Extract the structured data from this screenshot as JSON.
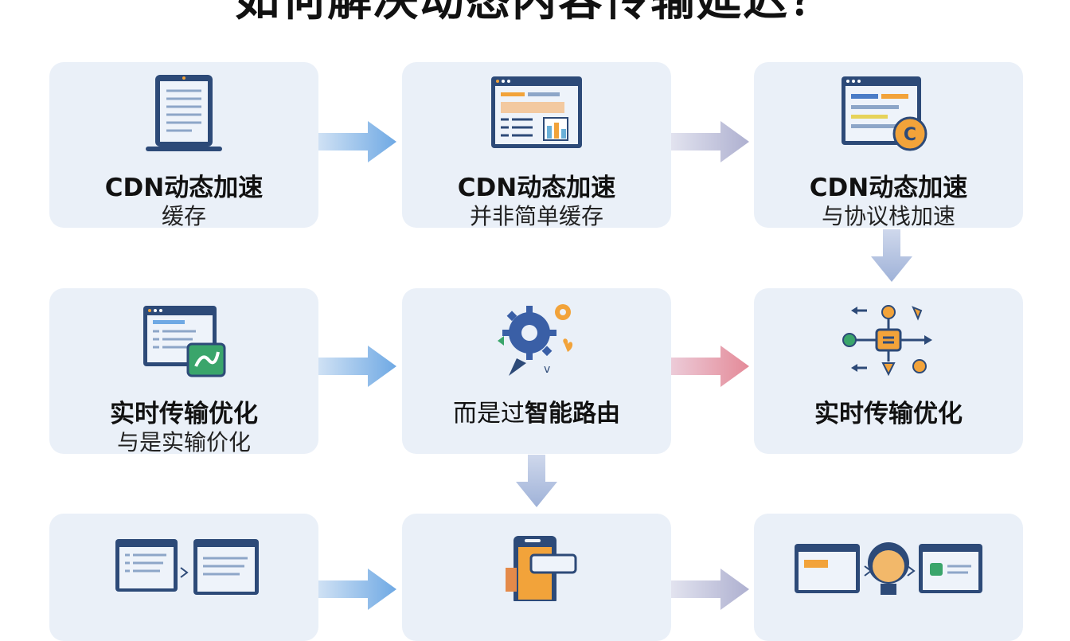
{
  "title": "如何解决动态内容传输延迟？",
  "cards": {
    "r1c1": {
      "line1": "CDN动态加速",
      "line2": "缓存",
      "icon": "tablet-document-icon"
    },
    "r1c2": {
      "line1": "CDN动态加速",
      "line2": "并非简单缓存",
      "icon": "browser-chart-icon"
    },
    "r1c3": {
      "line1": "CDN动态加速",
      "line2": "与协议栈加速",
      "icon": "browser-protocol-icon"
    },
    "r2c1": {
      "line1": "实时传输优化",
      "line2": "与是实输价化",
      "icon": "browser-transfer-icon"
    },
    "r2c2": {
      "pre": "而是过",
      "bold": "智能路由",
      "icon": "gear-routing-icon"
    },
    "r2c3": {
      "line1": "实时传输优化",
      "icon": "routing-hub-icon"
    },
    "r3c1": {
      "icon": "monitors-transfer-icon"
    },
    "r3c2": {
      "icon": "phone-card-icon"
    },
    "r3c3": {
      "icon": "user-monitors-icon"
    }
  },
  "colors": {
    "card_bg": "#eaf0f8",
    "arrow_blue": "#7fb3e6",
    "arrow_lavender": "#b4b8d6",
    "arrow_pink": "#e89aa6",
    "arrow_down": "#a9bcdd",
    "icon_navy": "#2d4a78",
    "icon_orange": "#f2a33a"
  }
}
